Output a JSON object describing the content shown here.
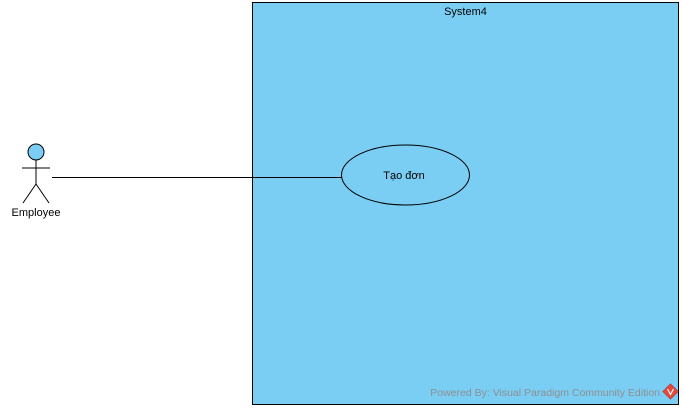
{
  "diagram": {
    "type": "use-case",
    "system": {
      "name": "System4",
      "fill": "#7acef4"
    },
    "actor": {
      "name": "Employee",
      "head_fill": "#7acef4"
    },
    "use_case": {
      "name": "Tạo đơn",
      "fill": "#7acef4"
    },
    "association": {
      "from": "Employee",
      "to": "Tạo đơn"
    }
  },
  "watermark": {
    "text": "Powered By: Visual Paradigm Community Edition",
    "icon": "visual-paradigm-logo-icon"
  }
}
